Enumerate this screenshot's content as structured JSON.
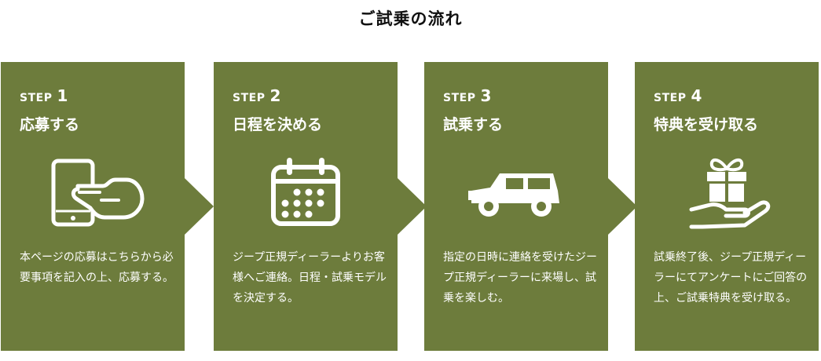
{
  "page": {
    "title": "ご試乗の流れ"
  },
  "colors": {
    "card_bg": "#6d7c3c",
    "card_text": "#ffffff",
    "title_text": "#111111"
  },
  "steps": [
    {
      "label": "STEP",
      "number": "1",
      "title": "応募する",
      "icon": "tablet-touch-icon",
      "description": "本ページの応募はこちらから必要事項を記入の上、応募する。"
    },
    {
      "label": "STEP",
      "number": "2",
      "title": "日程を決める",
      "icon": "calendar-icon",
      "description": "ジープ正規ディーラーよりお客様へご連絡。日程・試乗モデルを決定する。"
    },
    {
      "label": "STEP",
      "number": "3",
      "title": "試乗する",
      "icon": "jeep-car-icon",
      "description": "指定の日時に連絡を受けたジープ正規ディーラーに来場し、試乗を楽しむ。"
    },
    {
      "label": "STEP",
      "number": "4",
      "title": "特典を受け取る",
      "icon": "gift-hand-icon",
      "description": "試乗終了後、ジープ正規ディーラーにてアンケートにご回答の上、ご試乗特典を受け取る。"
    }
  ]
}
